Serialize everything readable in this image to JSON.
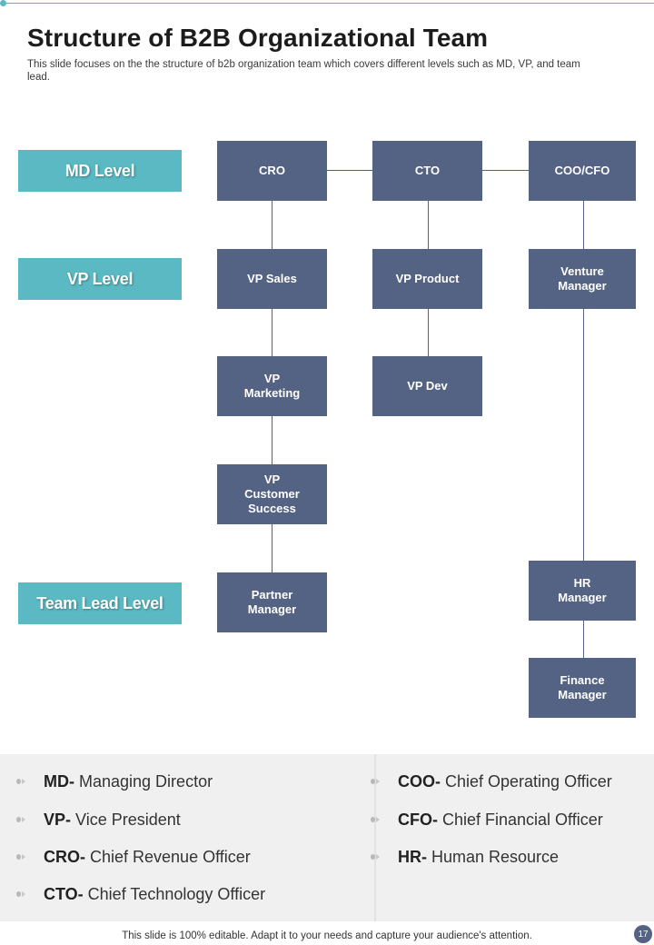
{
  "slide": {
    "title": "Structure of B2B Organizational Team",
    "subtitle": "This slide focuses on the the structure of b2b organization team which covers different levels such as MD, VP,  and team lead."
  },
  "levels": [
    {
      "label": "MD Level"
    },
    {
      "label": "VP Level"
    },
    {
      "label": "Team Lead Level"
    }
  ],
  "roles": [
    {
      "label": "CRO"
    },
    {
      "label": "CTO"
    },
    {
      "label": "COO/CFO"
    },
    {
      "label": "VP Sales"
    },
    {
      "label": "VP Product"
    },
    {
      "label": "Venture\nManager"
    },
    {
      "label": "VP\nMarketing"
    },
    {
      "label": "VP Dev"
    },
    {
      "label": "VP\nCustomer\nSuccess"
    },
    {
      "label": "Partner\nManager"
    },
    {
      "label": "HR\nManager"
    },
    {
      "label": "Finance\nManager"
    }
  ],
  "legend": [
    {
      "abbr": "MD-",
      "text": " Managing Director"
    },
    {
      "abbr": "VP-",
      "text": " Vice President"
    },
    {
      "abbr": "CRO-",
      "text": " Chief Revenue Officer"
    },
    {
      "abbr": "CTO-",
      "text": " Chief Technology Officer"
    },
    {
      "abbr": "COO-",
      "text": " Chief Operating Officer"
    },
    {
      "abbr": "CFO-",
      "text": " Chief Financial Officer"
    },
    {
      "abbr": "HR-",
      "text": " Human Resource"
    }
  ],
  "footer": {
    "note": "This slide is 100% editable. Adapt it to your needs and capture your audience's attention.",
    "page_number": "17"
  },
  "colors": {
    "level_band": "#5ab9c3",
    "role_box": "#546283",
    "legend_bg": "#f0f0f0"
  }
}
